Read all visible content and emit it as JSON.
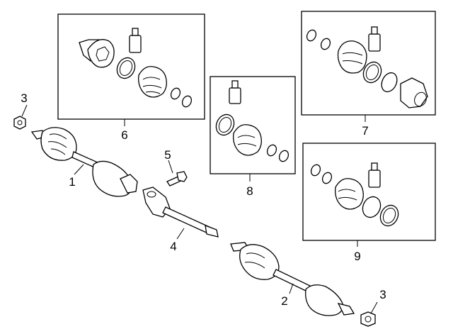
{
  "callouts": {
    "c1": "1",
    "c2": "2",
    "c3a": "3",
    "c3b": "3",
    "c4": "4",
    "c5": "5",
    "c6": "6",
    "c7": "7",
    "c8": "8",
    "c9": "9"
  },
  "colors": {
    "line": "#000000",
    "background": "#ffffff"
  }
}
